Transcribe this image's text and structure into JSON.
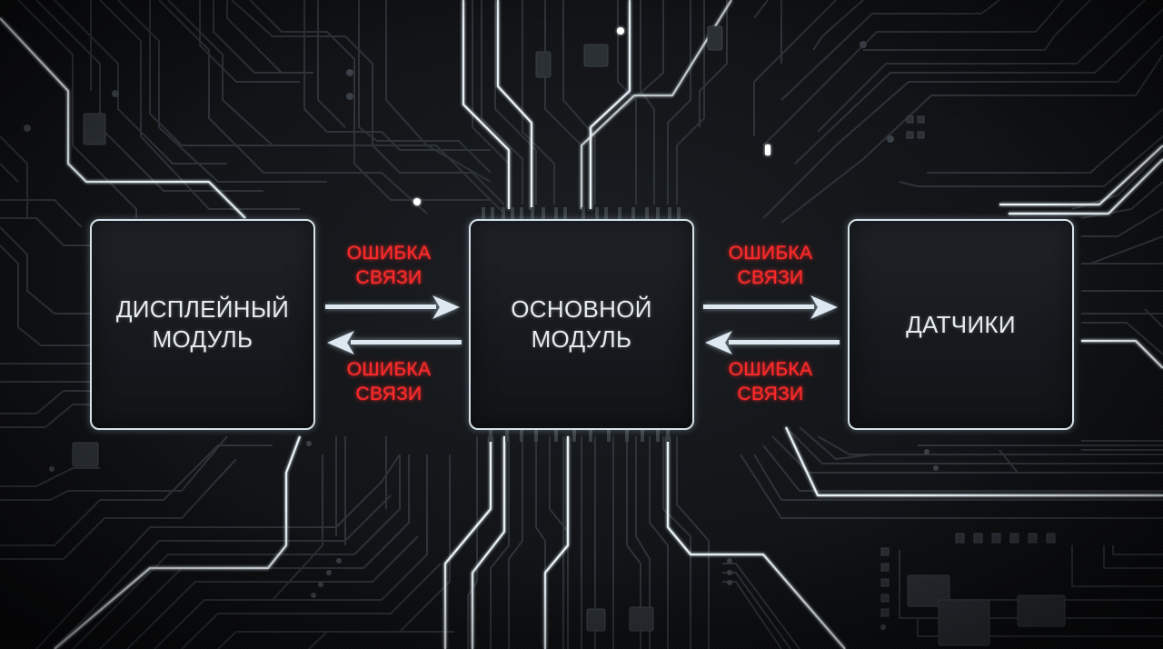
{
  "diagram": {
    "background": "dark circuit board (PCB traces)",
    "colors": {
      "background": "#0b0d10",
      "box_border": "#d6e2ea",
      "box_fill": "#1a1d21",
      "box_text": "#e6ebee",
      "error_text": "#ff2a2a",
      "arrow": "#dde8f0",
      "trace_bright": "#e8f2f8",
      "trace_dim": "#2c3137"
    },
    "nodes": [
      {
        "id": "display",
        "label": "ДИСПЛЕЙНЫЙ\nМОДУЛЬ"
      },
      {
        "id": "main",
        "label": "ОСНОВНОЙ\nМОДУЛЬ"
      },
      {
        "id": "sensors",
        "label": "ДАТЧИКИ"
      }
    ],
    "links": [
      {
        "from": "display",
        "to": "main",
        "direction": "right",
        "label_line1": "ОШИБКА",
        "label_line2": "СВЯЗИ"
      },
      {
        "from": "main",
        "to": "display",
        "direction": "left",
        "label_line1": "ОШИБКА",
        "label_line2": "СВЯЗИ"
      },
      {
        "from": "main",
        "to": "sensors",
        "direction": "right",
        "label_line1": "ОШИБКА",
        "label_line2": "СВЯЗИ"
      },
      {
        "from": "sensors",
        "to": "main",
        "direction": "left",
        "label_line1": "ОШИБКА",
        "label_line2": "СВЯЗИ"
      }
    ]
  }
}
